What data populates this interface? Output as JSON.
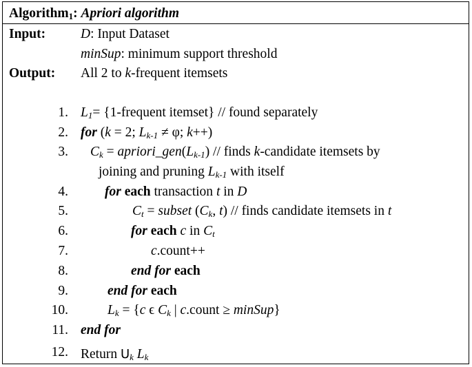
{
  "title": {
    "prefix": "Algorithm",
    "sub": "1",
    "colon": ": ",
    "name": "Apriori algorithm"
  },
  "input": {
    "label": "Input:",
    "d_var": "D",
    "d_desc": ": Input Dataset",
    "minsup_var": "minSup",
    "minsup_desc": ": minimum support threshold"
  },
  "output": {
    "label": "Output:",
    "pre": "All 2 to ",
    "k": "k",
    "post": "-frequent itemsets"
  },
  "steps": {
    "n1": "1.",
    "n2": "2.",
    "n3": "3.",
    "n4": "4.",
    "n5": "5.",
    "n6": "6.",
    "n7": "7.",
    "n8": "8.",
    "n9": "9.",
    "n10": "10.",
    "n11": "11.",
    "n12": "12."
  },
  "line1": {
    "L": "L",
    "sub": "1",
    "rest": "= {1-frequent itemset} // found separately"
  },
  "line2": {
    "for": "for",
    "open": " (",
    "k1": "k",
    "eq": " = 2; ",
    "L": "L",
    "sub": "k-1",
    "neq": " ≠ φ; ",
    "k2": "k",
    "close": "++)"
  },
  "line3": {
    "C": "C",
    "sub": "k",
    "eq": " = ",
    "fn": "apriori_gen",
    "open": "(",
    "L": "L",
    "lsub": "k-1",
    "close": ") // finds ",
    "k": "k",
    "rest": "-candidate itemsets by"
  },
  "line3b": {
    "text": "joining and pruning ",
    "L": "L",
    "sub": "k-1",
    "rest": " with itself"
  },
  "line4": {
    "for": "for",
    "each": " each",
    "mid": " transaction ",
    "t": "t",
    "in": " in ",
    "D": "D"
  },
  "line5": {
    "C": "C",
    "sub": "t",
    "eq": " = ",
    "fn": "subset",
    "open": " (",
    "C2": "C",
    "sub2": "k",
    "comma": ", ",
    "t": "t",
    "rest": ") // finds candidate itemsets in ",
    "t2": "t"
  },
  "line6": {
    "for": "for",
    "each": " each",
    "sp": " ",
    "c": "c",
    "in": " in ",
    "C": "C",
    "sub": "t"
  },
  "line7": {
    "c": "c",
    "rest": ".count++"
  },
  "line8": {
    "endfor": "end for",
    "each": " each"
  },
  "line9": {
    "endfor": "end for",
    "each": " each"
  },
  "line10": {
    "L": "L",
    "sub": "k",
    "eq": " = {",
    "c": "c",
    "elem": " ϵ ",
    "C": "C",
    "csub": "k",
    "bar": " | ",
    "c2": "c",
    "count": ".count ≥ ",
    "minsup": "minSup",
    "close": "}"
  },
  "line11": {
    "endfor": "end for"
  },
  "line12": {
    "ret": "Return ",
    "union": "U",
    "sub": "k",
    "sp": " ",
    "L": "L",
    "lsub": "k"
  }
}
